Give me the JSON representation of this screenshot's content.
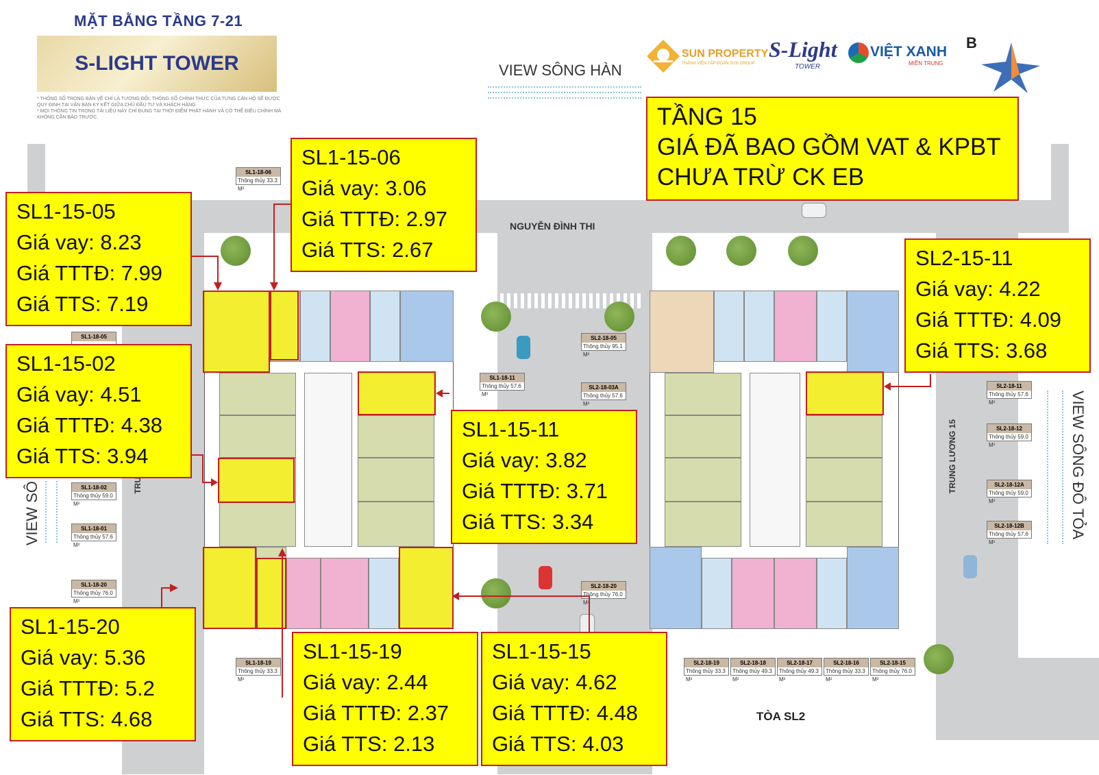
{
  "header": {
    "floor_plan_title": "MẶT BẰNG TẦNG 7-21",
    "tower_name": "S-LIGHT TOWER",
    "disclaimer_1": "* THÔNG SỐ TRONG BẢN VẼ CHỈ LÀ TƯƠNG ĐỐI, THÔNG SỐ CHÍNH THỨC CỦA TỪNG CĂN HỘ SẼ ĐƯỢC QUY ĐỊNH TẠI VĂN BẢN KÝ KẾT GIỮA CHỦ ĐẦU TƯ VÀ KHÁCH HÀNG.",
    "disclaimer_2": "* MỌI THÔNG TIN TRONG TÀI LIỆU NÀY CHỈ ĐÚNG TẠI THỜI ĐIỂM PHÁT HÀNH VÀ CÓ THỂ ĐIỀU CHỈNH MÀ KHÔNG CẦN BÁO TRƯỚC."
  },
  "logos": {
    "sun_property": "SUN PROPERTY",
    "sun_sub": "THÀNH VIÊN TẬP ĐOÀN SUN GROUP",
    "slight": "S-Light",
    "slight_sub": "TOWER",
    "vietxanh": "VIỆT XANH",
    "vietxanh_sub": "MIỀN TRUNG",
    "b_mark": "B"
  },
  "views": {
    "top": "VIEW SÔNG HÀN",
    "right": "VIEW SÔNG ĐÔ TỎA",
    "left": "VIEW SÔ"
  },
  "streets": {
    "top": "NGUYỄN ĐÌNH THI",
    "right": "TRUNG LƯƠNG 15",
    "left": "TRU",
    "bottom": "TÒA SL2"
  },
  "notice": {
    "line1": "TẦNG 15",
    "line2": "GIÁ ĐÃ BAO GỒM VAT & KPBT",
    "line3": "CHƯA TRỪ CK EB"
  },
  "price_labels": [
    {
      "code": "SL1-15-05",
      "vay": "Giá vay: 8.23",
      "tttd": "Giá TTTĐ: 7.99",
      "tts": "Giá TTS: 7.19"
    },
    {
      "code": "SL1-15-06",
      "vay": "Giá vay: 3.06",
      "tttd": "Giá TTTĐ: 2.97",
      "tts": "Giá TTS: 2.67"
    },
    {
      "code": "SL2-15-11",
      "vay": "Giá vay: 4.22",
      "tttd": "Giá TTTĐ: 4.09",
      "tts": "Giá TTS: 3.68"
    },
    {
      "code": "SL1-15-02",
      "vay": "Giá vay: 4.51",
      "tttd": "Giá TTTĐ: 4.38",
      "tts": "Giá TTS: 3.94"
    },
    {
      "code": "SL1-15-11",
      "vay": "Giá vay: 3.82",
      "tttd": "Giá TTTĐ: 3.71",
      "tts": "Giá TTS: 3.34"
    },
    {
      "code": "SL1-15-20",
      "vay": "Giá vay: 5.36",
      "tttd": "Giá TTTĐ: 5.2",
      "tts": "Giá TTS: 4.68"
    },
    {
      "code": "SL1-15-19",
      "vay": "Giá vay: 2.44",
      "tttd": "Giá TTTĐ: 2.37",
      "tts": "Giá TTS: 2.13"
    },
    {
      "code": "SL1-15-15",
      "vay": "Giá vay: 4.62",
      "tttd": "Giá TTTĐ: 4.48",
      "tts": "Giá TTS: 4.03"
    }
  ],
  "unit_tags": [
    {
      "code": "SL1-18-06",
      "area": "Thông thủy 33.3 M²"
    },
    {
      "code": "SL1-18-05",
      "area": ""
    },
    {
      "code": "SL1-18-02",
      "area": "Thông thủy 59.0 M²"
    },
    {
      "code": "SL1-18-01",
      "area": "Thông thủy 57.6 M²"
    },
    {
      "code": "SL1-18-20",
      "area": "Thông thủy 76.0 M²"
    },
    {
      "code": "SL1-18-19",
      "area": "Thông thủy 33.3 M²"
    },
    {
      "code": "SL1-18-11",
      "area": "Thông thủy 57.6 M²"
    },
    {
      "code": "SL2-18-05",
      "area": "Thông thủy 95.1 M²"
    },
    {
      "code": "SL2-18-03A",
      "area": "Thông thủy 57.6 M²"
    },
    {
      "code": "SL2-18-20",
      "area": "Thông thủy 76.0 M²"
    },
    {
      "code": "SL2-18-11",
      "area": "Thông thủy 57.6 M²"
    },
    {
      "code": "SL2-18-12",
      "area": "Thông thủy 59.0 M²"
    },
    {
      "code": "SL2-18-12A",
      "area": "Thông thủy 59.0 M²"
    },
    {
      "code": "SL2-18-12B",
      "area": "Thông thủy 57.6 M²"
    },
    {
      "code": "SL2-18-19",
      "area": "Thông thủy 33.3 M²"
    },
    {
      "code": "SL2-18-18",
      "area": "Thông thủy 49.3 M²"
    },
    {
      "code": "SL2-18-17",
      "area": "Thông thủy 49.3 M²"
    },
    {
      "code": "SL2-18-16",
      "area": "Thông thủy 33.3 M²"
    },
    {
      "code": "SL2-18-15",
      "area": "Thông thủy 76.0 M²"
    }
  ],
  "colors": {
    "highlight": "#ffff00",
    "border_red": "#c21f1f",
    "title_blue": "#2b3a8a",
    "unit_green": "#d6dcae",
    "unit_pink": "#f0b2d0",
    "unit_blue": "#a9c8ea",
    "unit_lightblue": "#cfe3f2",
    "unit_tan": "#ecd7b8"
  }
}
